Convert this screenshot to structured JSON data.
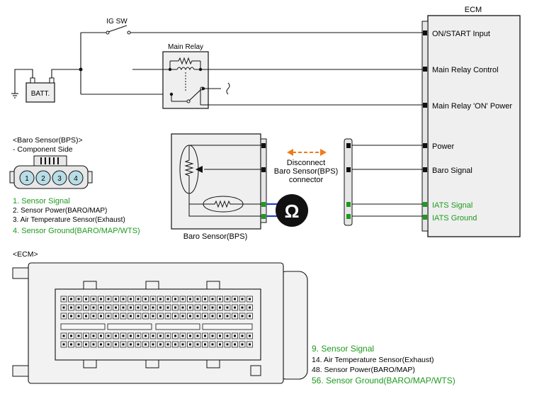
{
  "colors": {
    "line": "#111111",
    "box_fill": "#efefef",
    "green_text": "#1e9a1e",
    "green_pin": "#1e9a1e",
    "blue_wire": "#1f3fc8",
    "orange_arrow": "#f07a1a",
    "ecm_body": "#f2f2f2",
    "pin_fill": "#b9dde6"
  },
  "labels": {
    "ig_sw": "IG SW",
    "batt": "BATT.",
    "main_relay": "Main Relay",
    "ecm_title": "ECM",
    "baro_sensor_title": "Baro Sensor(BPS)",
    "ohm_symbol": "Ω",
    "disconnect_lines": [
      "Disconnect",
      "Baro Sensor(BPS)",
      "connector"
    ],
    "ecm_inputs": [
      {
        "text": "ON/START Input",
        "green": false
      },
      {
        "text": "Main Relay Control",
        "green": false
      },
      {
        "text": "Main Relay 'ON' Power",
        "green": false
      },
      {
        "text": "Power",
        "green": false
      },
      {
        "text": "Baro Signal",
        "green": false
      },
      {
        "text": "IATS  Signal",
        "green": true
      },
      {
        "text": "IATS Ground",
        "green": true
      }
    ]
  },
  "component": {
    "title": "<Baro Sensor(BPS)>",
    "subtitle": "- Component Side",
    "pins": [
      "1",
      "2",
      "3",
      "4"
    ],
    "pin_list": [
      {
        "text": "1. Sensor Signal",
        "green": true
      },
      {
        "text": "2. Sensor Power(BARO/MAP)",
        "green": false
      },
      {
        "text": "3. Air Temperature Sensor(Exhaust)",
        "green": false
      },
      {
        "text": "4. Sensor Ground(BARO/MAP/WTS)",
        "green": true
      }
    ]
  },
  "ecm_connector": {
    "title": "<ECM>",
    "pin_list": [
      {
        "text": "9. Sensor Signal",
        "green": true
      },
      {
        "text": "14. Air Temperature Sensor(Exhaust)",
        "green": false
      },
      {
        "text": "48. Sensor Power(BARO/MAP)",
        "green": false
      },
      {
        "text": "56. Sensor Ground(BARO/MAP/WTS)",
        "green": true
      }
    ]
  }
}
